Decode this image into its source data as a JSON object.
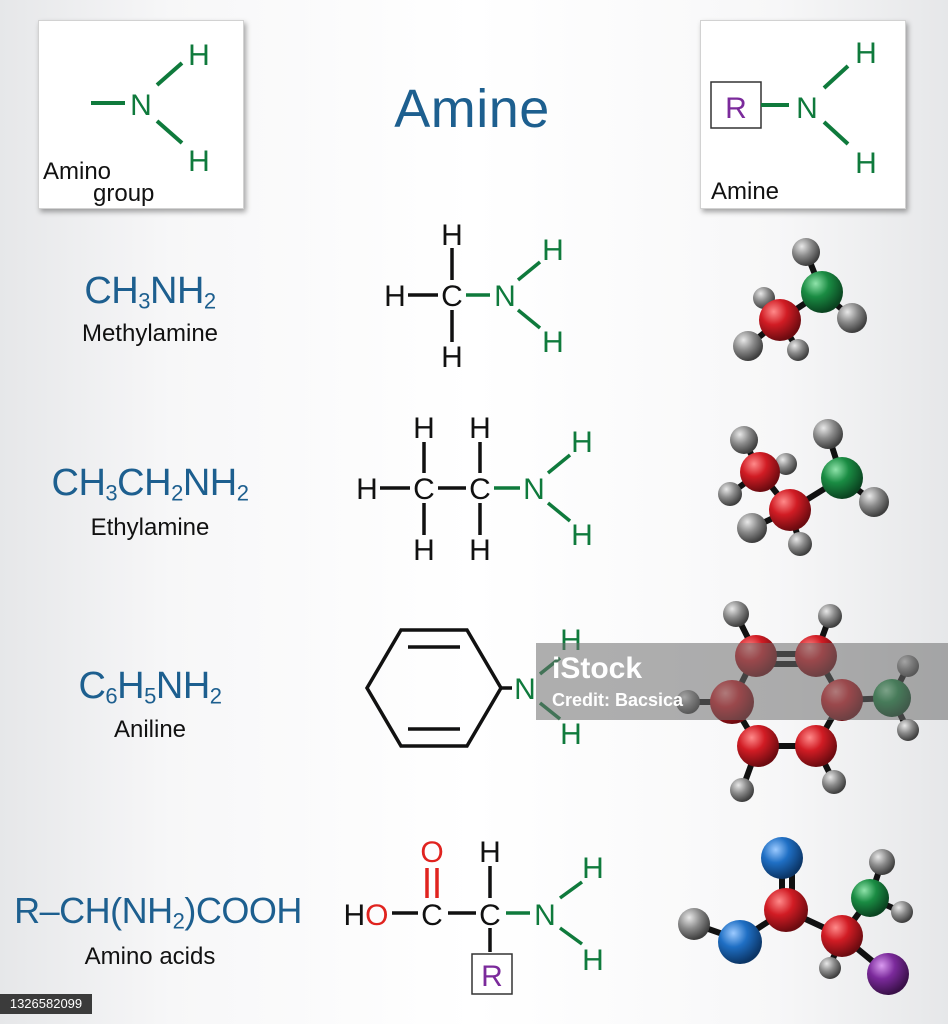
{
  "title": "Amine",
  "amino_group_box": {
    "label_line1": "Amino",
    "label_line2": "group",
    "atom_n": "N",
    "atom_h": "H"
  },
  "amine_box": {
    "label": "Amine",
    "r_group": "R",
    "atom_n": "N",
    "atom_h": "H"
  },
  "compounds": [
    {
      "formula_parts": [
        "CH",
        "3",
        "NH",
        "2"
      ],
      "name": "Methylamine"
    },
    {
      "formula_parts": [
        "CH",
        "3",
        "CH",
        "2",
        "NH",
        "2"
      ],
      "name": "Ethylamine"
    },
    {
      "formula_parts": [
        "C",
        "6",
        "H",
        "5",
        "NH",
        "2"
      ],
      "name": "Aniline"
    },
    {
      "formula_parts": [
        "R–CH(NH",
        "2",
        ")COOH"
      ],
      "name": "Amino acids"
    }
  ],
  "atoms": {
    "c": "C",
    "h": "H",
    "n": "N",
    "o": "O",
    "ho": "HO",
    "r": "R"
  },
  "colors": {
    "title": "#1d5f8f",
    "nitrogen": "#0f7a3c",
    "oxygen": "#e0231f",
    "r_group": "#7b2a9b",
    "carbon_ball": "#d11c24",
    "nitrogen_ball": "#1a8c43",
    "hydrogen_ball": "#808080",
    "oxygen_ball": "#1f6fc4",
    "r_ball": "#7b2a9b"
  },
  "watermark": {
    "brand": "iStock",
    "credit": "Credit: Bacsica",
    "id": "1326582099"
  }
}
